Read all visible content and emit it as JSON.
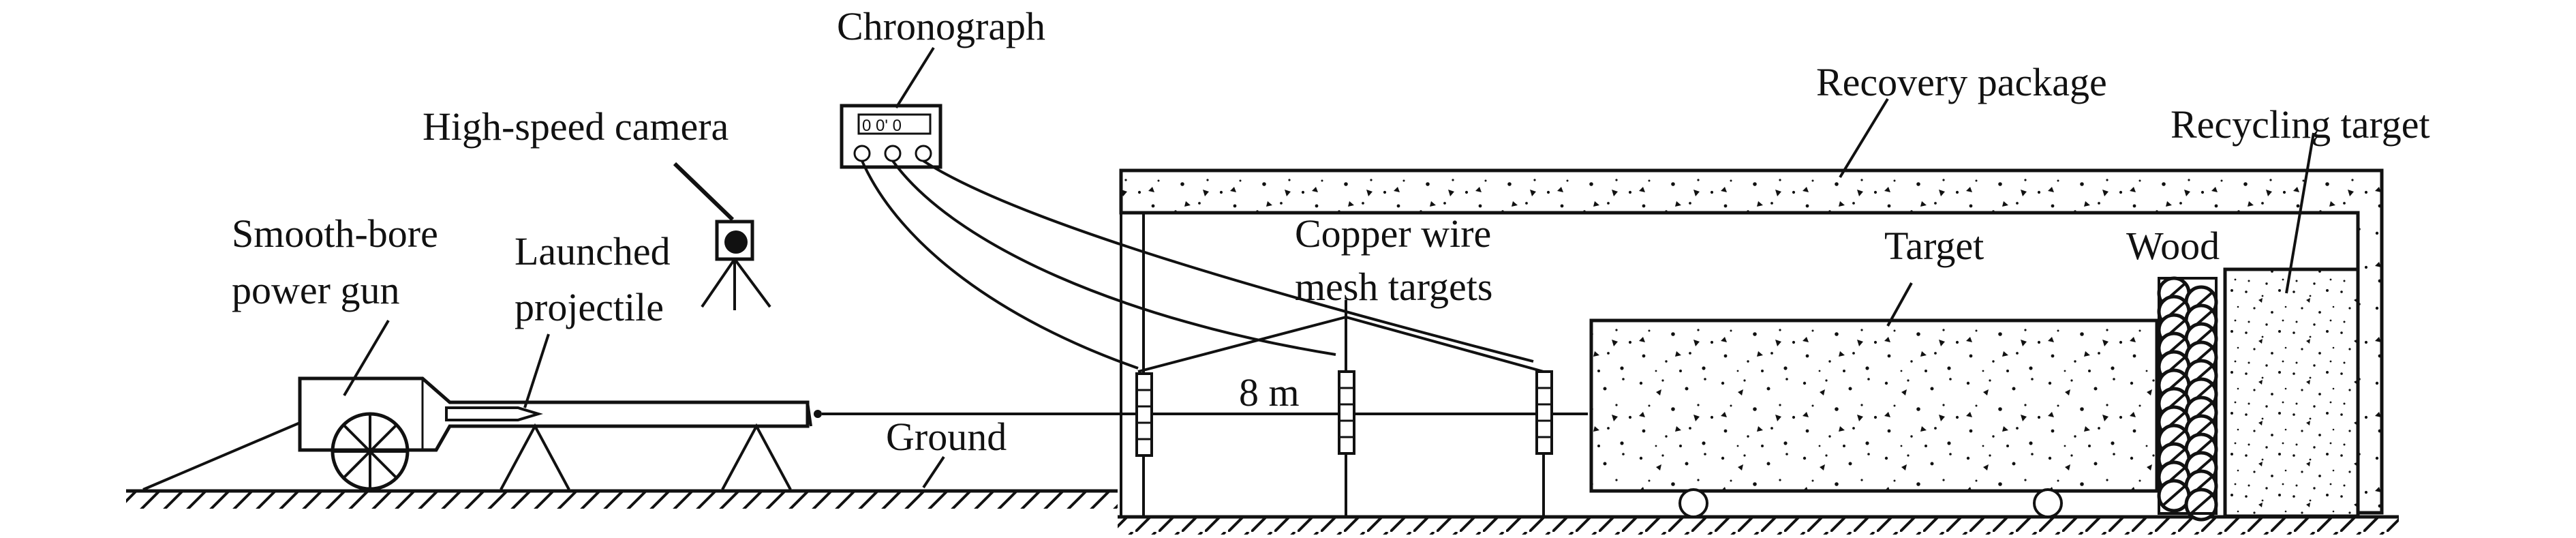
{
  "labels": {
    "chronograph": "Chronograph",
    "recovery_package": "Recovery package",
    "high_speed_camera": "High-speed camera",
    "recycling_target": "Recycling target",
    "smooth_bore_line1": "Smooth-bore",
    "smooth_bore_line2": "power gun",
    "launched_line1": "Launched",
    "launched_line2": "projectile",
    "copper_line1": "Copper wire",
    "copper_line2": "mesh targets",
    "target": "Target",
    "wood": "Wood",
    "distance": "8 m",
    "ground": "Ground"
  },
  "colors": {
    "ink": "#111111",
    "background": "#ffffff"
  }
}
